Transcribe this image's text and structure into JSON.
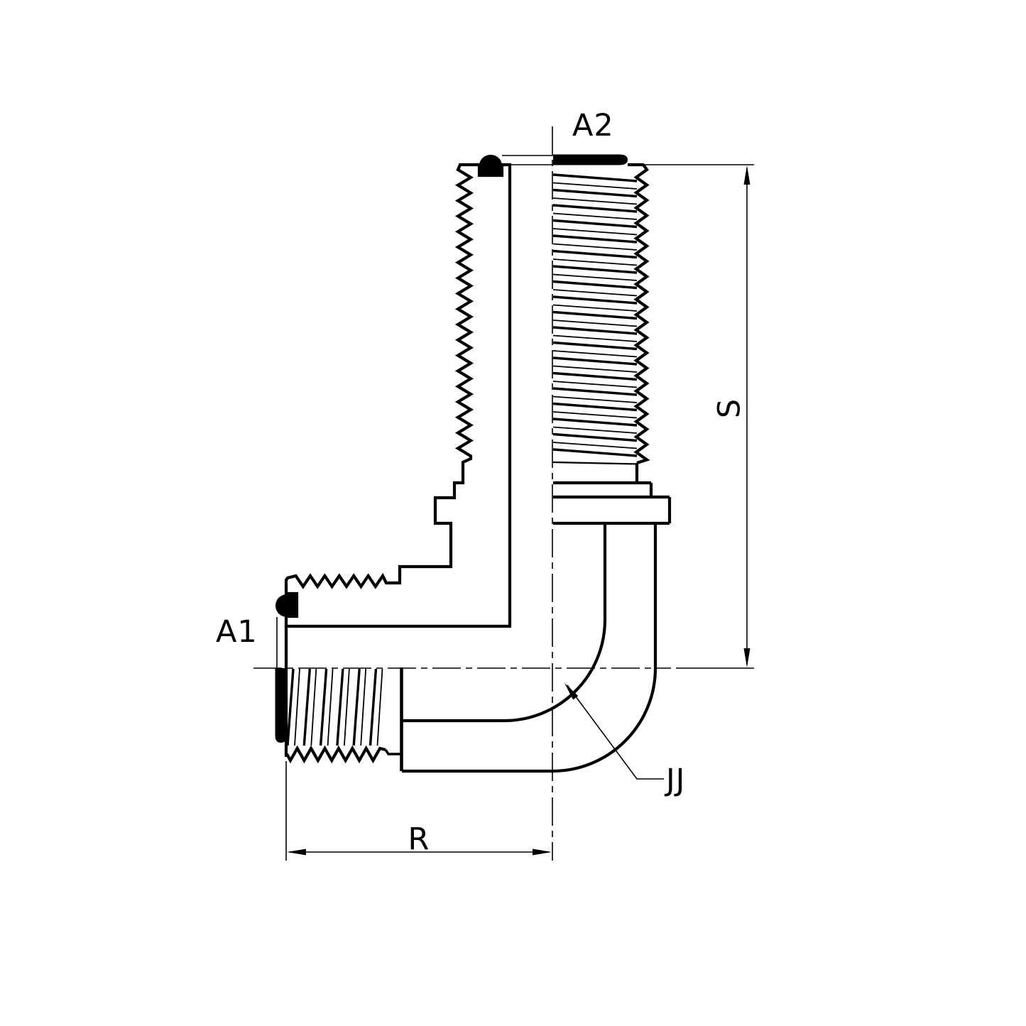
{
  "drawing": {
    "type": "engineering-section-drawing",
    "description": "90-degree elbow fitting, half-section view with two male o-ring ports",
    "labels": {
      "port_top": "A2",
      "port_side": "A1",
      "dim_height": "S",
      "dim_length": "R",
      "bend_radius": "JJ"
    },
    "colors": {
      "line": "#000000",
      "background": "#ffffff"
    }
  }
}
